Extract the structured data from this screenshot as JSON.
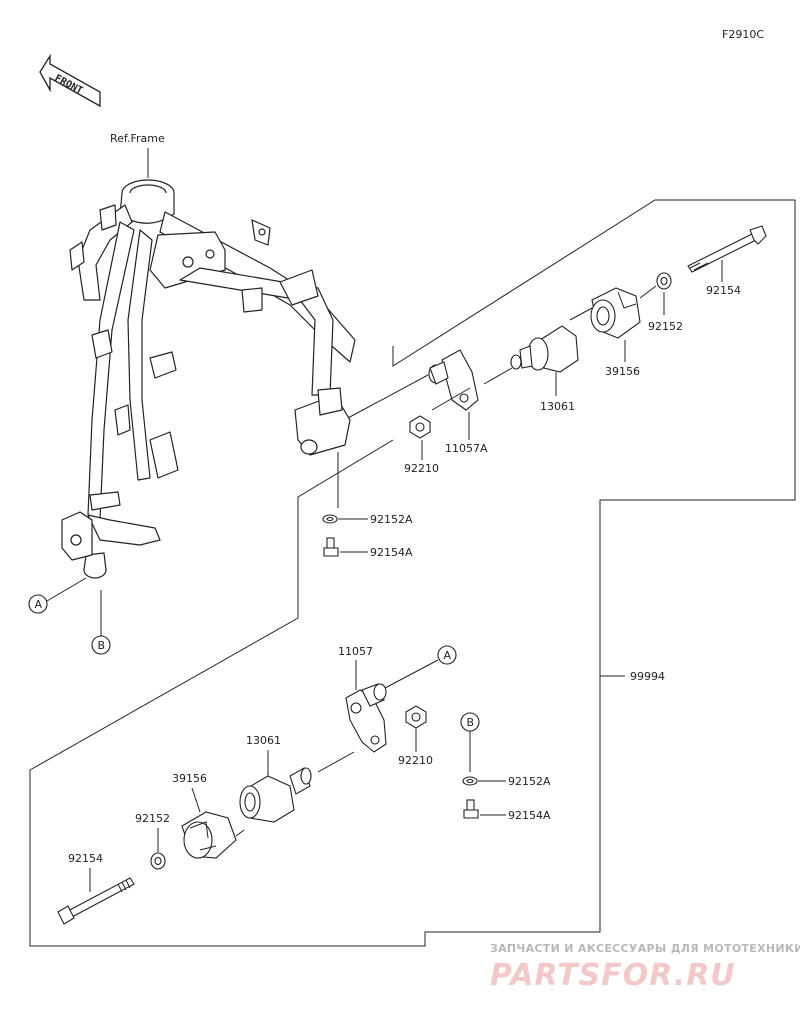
{
  "diagram_code": "F2910C",
  "front_label": "FRONT",
  "ref_frame": "Ref.Frame",
  "callouts": {
    "a_label": "A",
    "b_label": "B"
  },
  "parts": {
    "p92154_top": "92154",
    "p92152_top": "92152",
    "p39156_top": "39156",
    "p13061_top": "13061",
    "p11057a": "11057A",
    "p92210_top": "92210",
    "p92152a_top": "92152A",
    "p92154a_top": "92154A",
    "p11057": "11057",
    "p92210_bot": "92210",
    "p13061_bot": "13061",
    "p39156_bot": "39156",
    "p92152_bot": "92152",
    "p92154_bot": "92154",
    "p92152a_bot": "92152A",
    "p92154a_bot": "92154A",
    "kit": "99994"
  },
  "watermark": {
    "line1": "ЗАПЧАСТИ И АКСЕССУАРЫ ДЛЯ МОТОТЕХНИКИ",
    "line2": "PARTSFOR.RU"
  }
}
